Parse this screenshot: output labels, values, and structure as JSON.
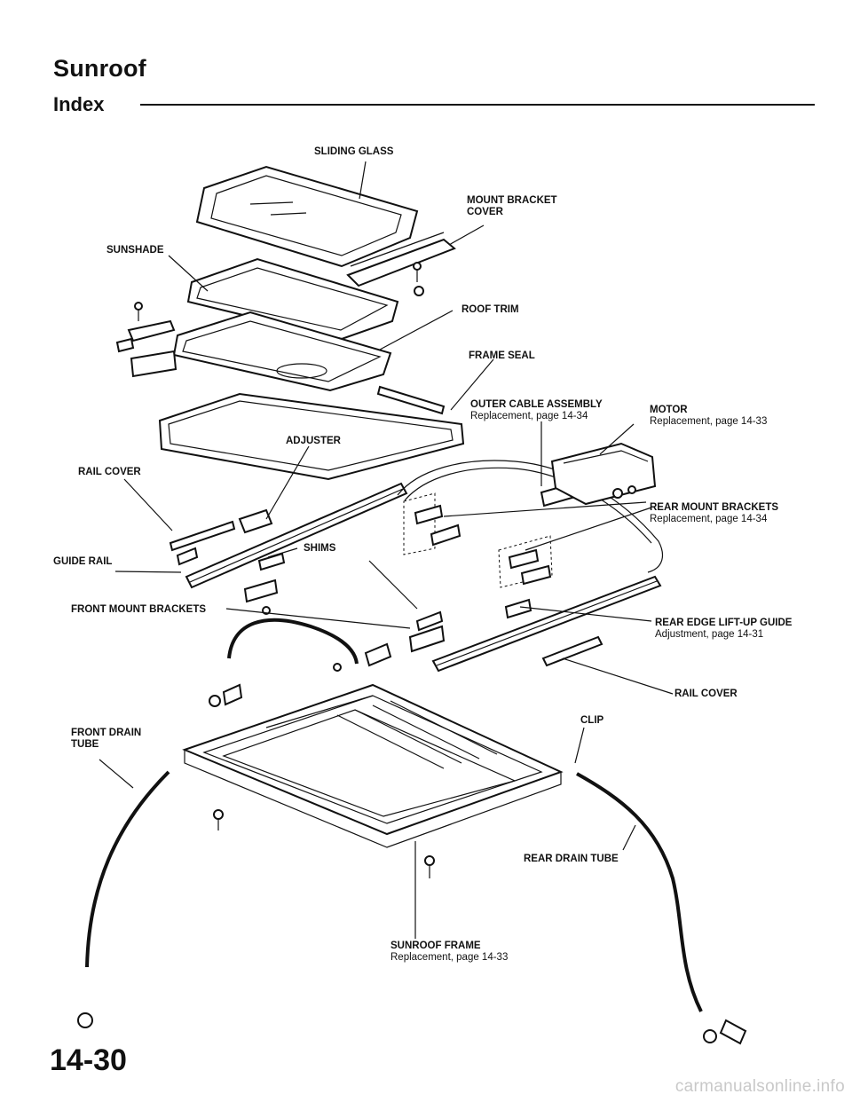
{
  "header": {
    "title": "Sunroof",
    "subtitle": "Index"
  },
  "page_number": "14-30",
  "watermark": "carmanualsonline.info",
  "callouts": {
    "sliding_glass": {
      "label": "SLIDING GLASS"
    },
    "mount_bracket_cover": {
      "label_line1": "MOUNT BRACKET",
      "label_line2": "COVER"
    },
    "sunshade": {
      "label": "SUNSHADE"
    },
    "roof_trim": {
      "label": "ROOF TRIM"
    },
    "frame_seal": {
      "label": "FRAME SEAL"
    },
    "outer_cable_assembly": {
      "label": "OUTER CABLE ASSEMBLY",
      "ref": "Replacement, page 14-34"
    },
    "motor": {
      "label": "MOTOR",
      "ref": "Replacement, page 14-33"
    },
    "adjuster": {
      "label": "ADJUSTER"
    },
    "rail_cover_left": {
      "label": "RAIL COVER"
    },
    "rear_mount_brackets": {
      "label": "REAR MOUNT BRACKETS",
      "ref": "Replacement, page 14-34"
    },
    "shims": {
      "label": "SHIMS"
    },
    "guide_rail": {
      "label": "GUIDE RAIL"
    },
    "front_mount_brackets": {
      "label": "FRONT MOUNT BRACKETS"
    },
    "rear_edge_lift_up_guide": {
      "label": "REAR EDGE LIFT-UP GUIDE",
      "ref": "Adjustment, page 14-31"
    },
    "rail_cover_right": {
      "label": "RAIL COVER"
    },
    "front_drain_tube": {
      "label_line1": "FRONT DRAIN",
      "label_line2": "TUBE"
    },
    "clip": {
      "label": "CLIP"
    },
    "rear_drain_tube": {
      "label": "REAR DRAIN TUBE"
    },
    "sunroof_frame": {
      "label": "SUNROOF FRAME",
      "ref": "Replacement, page 14-33"
    }
  }
}
